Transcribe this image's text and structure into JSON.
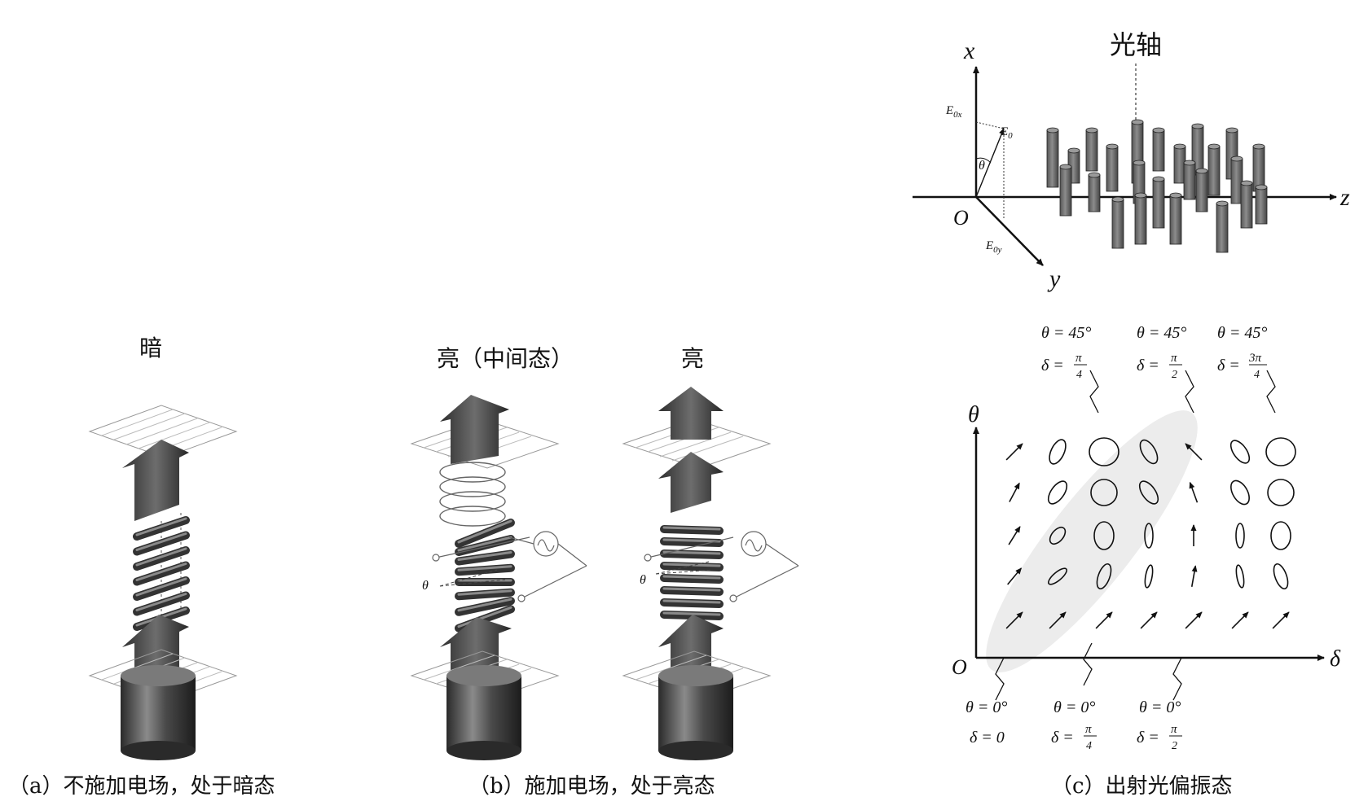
{
  "panel_a": {
    "state_label": "暗",
    "caption": "（a）不施加电场，处于暗态"
  },
  "panel_b": {
    "state_label_1": "亮（中间态）",
    "state_label_2": "亮",
    "theta_symbol": "θ",
    "caption": "（b）施加电场，处于亮态"
  },
  "panel_c_top": {
    "axis_x": "x",
    "axis_y": "y",
    "axis_z": "z",
    "origin": "O",
    "optic_axis_label": "光轴",
    "e0": "E",
    "e0_sub": "0",
    "e0x": "E",
    "e0x_sub": "0x",
    "e0y": "E",
    "e0y_sub": "0y",
    "theta": "θ"
  },
  "panel_c_bottom": {
    "axis_theta": "θ",
    "axis_delta": "δ",
    "origin": "O",
    "top_labels": [
      {
        "theta": "θ = 45°",
        "delta_prefix": "δ =",
        "delta_num": "π",
        "delta_den": "4"
      },
      {
        "theta": "θ = 45°",
        "delta_prefix": "δ =",
        "delta_num": "π",
        "delta_den": "2"
      },
      {
        "theta": "θ = 45°",
        "delta_prefix": "δ =",
        "delta_num": "3π",
        "delta_den": "4"
      }
    ],
    "bottom_labels": [
      {
        "theta": "θ = 0°",
        "delta_text": "δ = 0"
      },
      {
        "theta": "θ = 0°",
        "delta_prefix": "δ =",
        "delta_num": "π",
        "delta_den": "4"
      },
      {
        "theta": "θ = 0°",
        "delta_prefix": "δ =",
        "delta_num": "π",
        "delta_den": "2"
      }
    ],
    "caption": "（c）出射光偏振态"
  }
}
